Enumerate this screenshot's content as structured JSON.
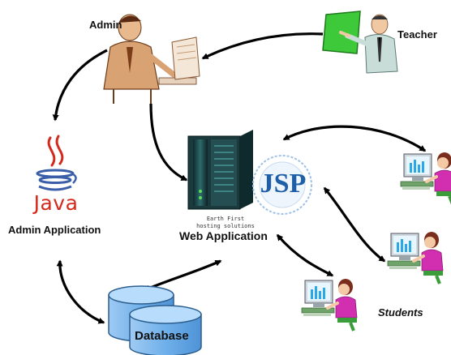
{
  "labels": {
    "admin": "Admin",
    "teacher": "Teacher",
    "admin_application": "Admin Application",
    "web_application": "Web Application",
    "students": "Students",
    "database": "Database"
  },
  "logos": {
    "java_word": "Java",
    "jsp_word": "JSP",
    "server_caption_line1": "Earth First",
    "server_caption_line2": "hosting solutions"
  },
  "icons": {
    "admin": "admin-at-desk-icon",
    "teacher": "teacher-at-board-icon",
    "java": "java-cup-logo",
    "server": "server-rack-icon",
    "jsp": "jsp-logo",
    "student": "student-at-computer-icon",
    "database": "database-cylinders-icon"
  },
  "colors": {
    "arrow": "#000000",
    "java_red": "#d42a1e",
    "java_blue": "#3a5ea8",
    "jsp_blue": "#1f5fa8",
    "database_fill": "#7fb8ee",
    "student_shirt": "#d12fb0",
    "computer_screen": "#2da8e6",
    "board_green": "#3ec93a"
  }
}
